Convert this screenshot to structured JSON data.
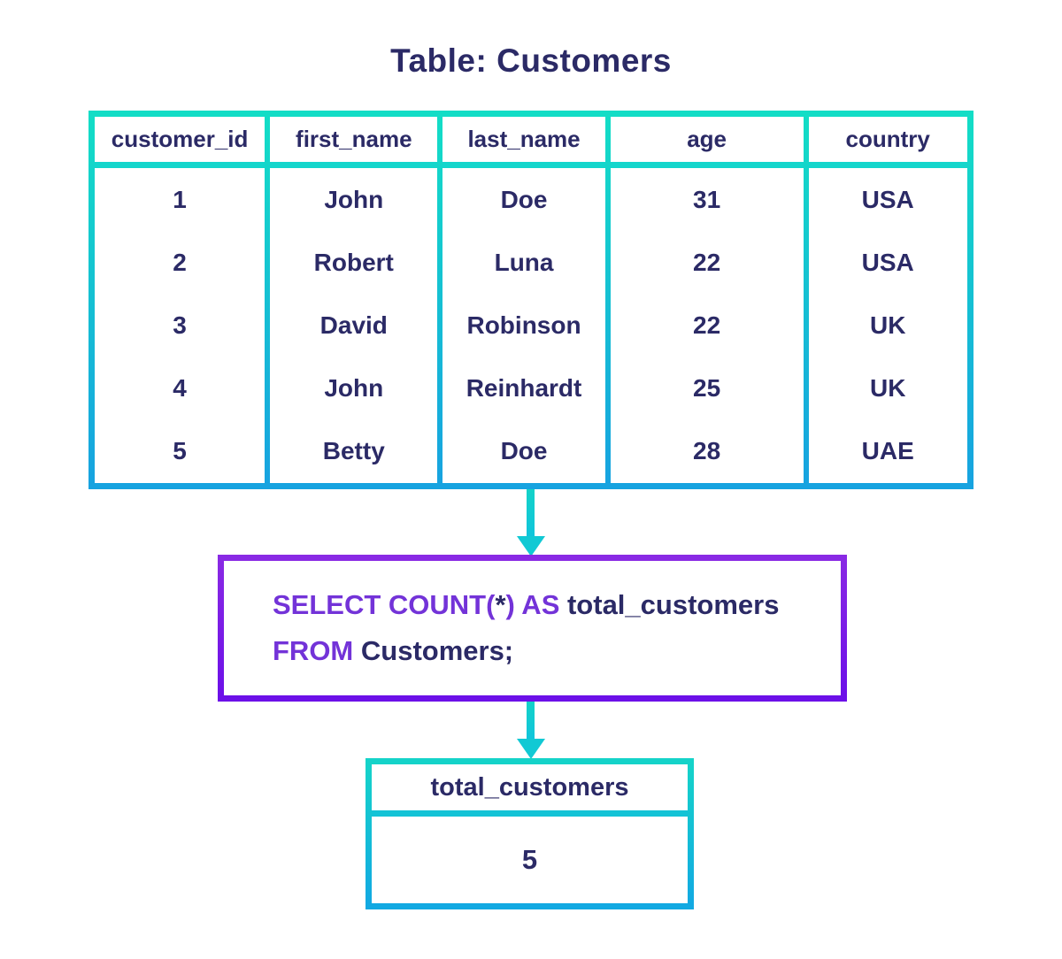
{
  "colors": {
    "background": "#ffffff",
    "navy_text": "#2b2a66",
    "cyan_border_start": "#13ddc6",
    "cyan_border_end": "#17a3e0",
    "purple_border_start": "#8929e4",
    "purple_border_end": "#6c10e8",
    "keyword_purple": "#7333d8"
  },
  "title": "Table: Customers",
  "customers_table": {
    "columns": [
      "customer_id",
      "first_name",
      "last_name",
      "age",
      "country"
    ],
    "rows": [
      [
        "1",
        "John",
        "Doe",
        "31",
        "USA"
      ],
      [
        "2",
        "Robert",
        "Luna",
        "22",
        "USA"
      ],
      [
        "3",
        "David",
        "Robinson",
        "22",
        "UK"
      ],
      [
        "4",
        "John",
        "Reinhardt",
        "25",
        "UK"
      ],
      [
        "5",
        "Betty",
        "Doe",
        "28",
        "UAE"
      ]
    ]
  },
  "query": {
    "full_text": "SELECT COUNT(*) AS total_customers FROM Customers;",
    "lines": [
      {
        "segments": [
          {
            "text": "SELECT COUNT(",
            "type": "keyword"
          },
          {
            "text": "*",
            "type": "plain"
          },
          {
            "text": ") AS",
            "type": "keyword"
          },
          {
            "text": " total_customers",
            "type": "plain"
          }
        ]
      },
      {
        "segments": [
          {
            "text": "FROM",
            "type": "keyword"
          },
          {
            "text": " Customers;",
            "type": "plain"
          }
        ]
      }
    ]
  },
  "result_table": {
    "header": "total_customers",
    "value": "5"
  }
}
